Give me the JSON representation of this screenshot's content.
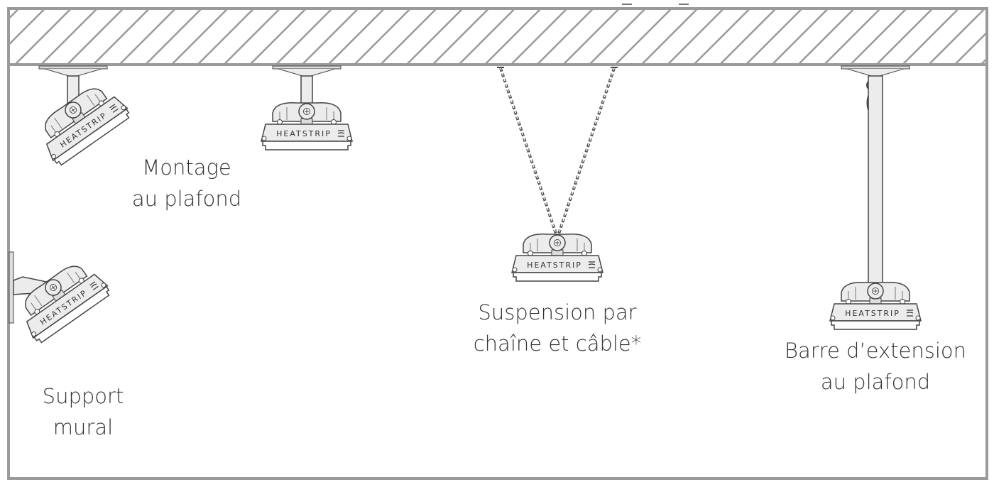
{
  "brand": "HEATSTRIP",
  "labels": {
    "ceiling_mount": {
      "line1": "Montage",
      "line2": "au plafond"
    },
    "chain_suspension": {
      "line1": "Suspension par",
      "line2": "chaîne et câble*"
    },
    "extension_pole": {
      "line1": "Barre d’extension",
      "line2": "au plafond"
    },
    "wall_mount": {
      "line1": "Support",
      "line2": "mural"
    }
  },
  "colors": {
    "frame": "#9a9a9a",
    "line": "#444444",
    "fill": "#ececec"
  }
}
